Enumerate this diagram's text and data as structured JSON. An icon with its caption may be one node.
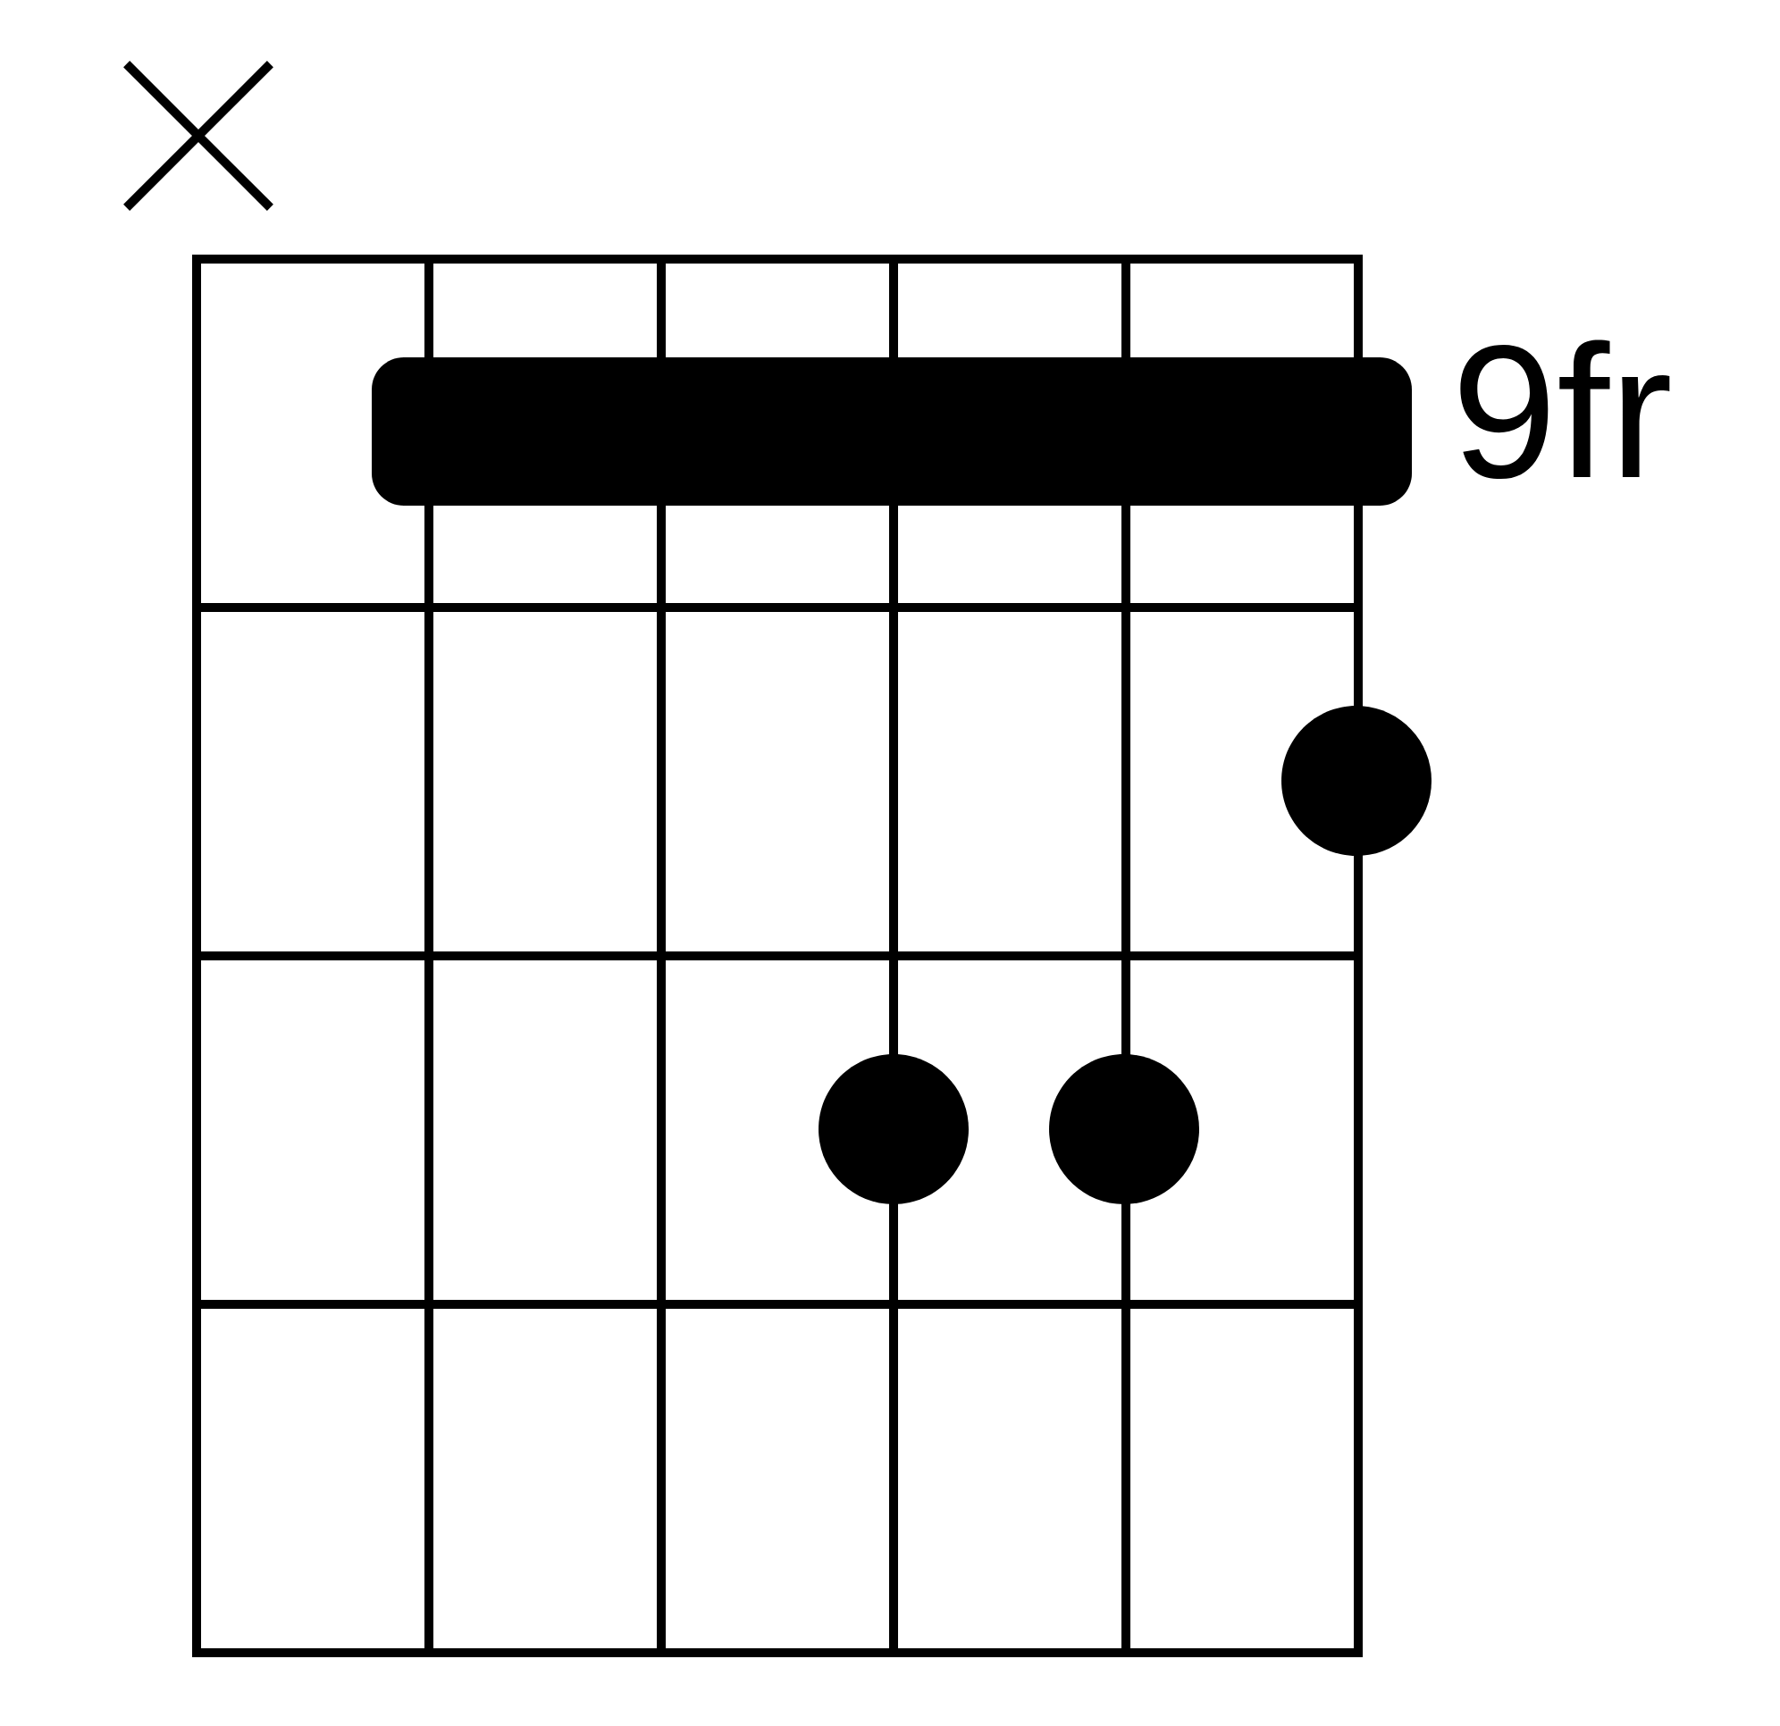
{
  "diagram": {
    "nodes": [
      {
        "text": [],
        "shape": "cross"
      },
      {
        "text": [],
        "shape": "bar"
      },
      {
        "text": [],
        "shape": "circle"
      },
      {
        "text": [],
        "shape": "circle"
      },
      {
        "text": [],
        "shape": "circle"
      }
    ],
    "labels": [
      "9fr"
    ]
  }
}
